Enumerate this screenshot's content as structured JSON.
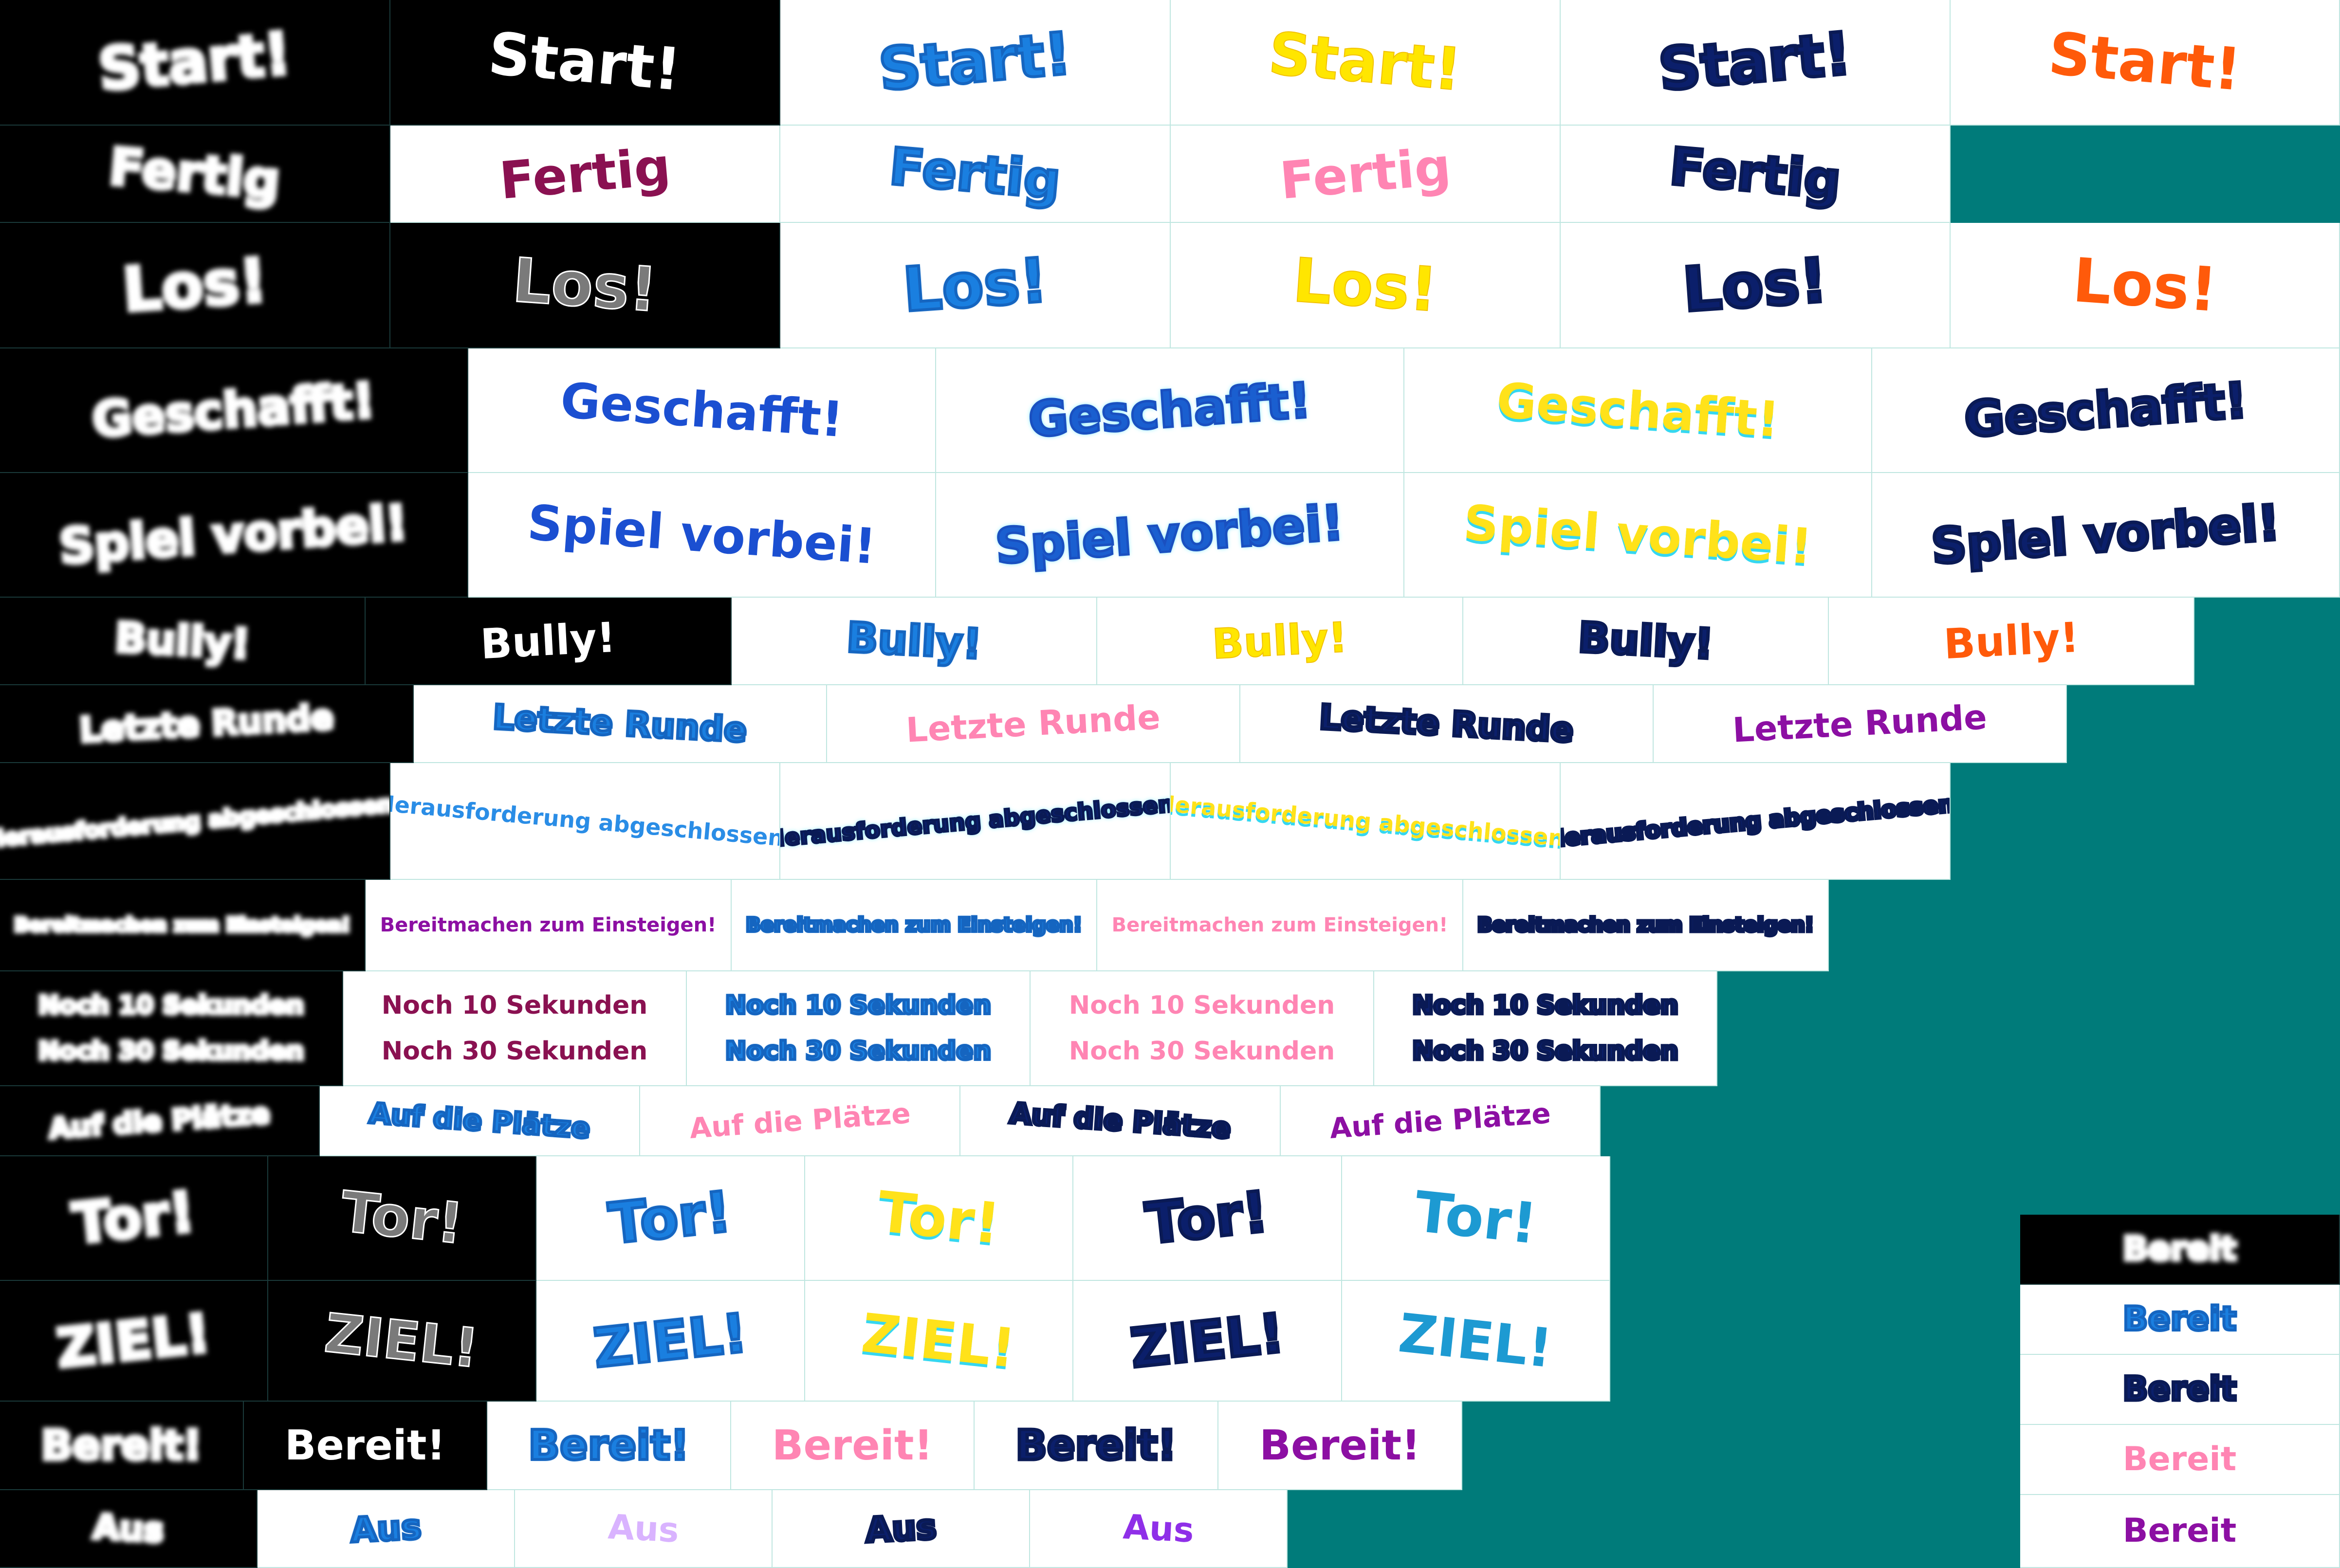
{
  "sheet": {
    "rows": [
      {
        "name": "start",
        "cells": [
          {
            "text": "Start!",
            "style": "s-glow"
          },
          {
            "text": "Start!",
            "style": "s-white"
          },
          {
            "text": "Start!",
            "style": "s-blue"
          },
          {
            "text": "Start!",
            "style": "s-yellow"
          },
          {
            "text": "Start!",
            "style": "s-navy"
          },
          {
            "text": "Start!",
            "style": "s-orange"
          }
        ]
      },
      {
        "name": "fertig",
        "cells": [
          {
            "text": "Fertig",
            "style": "s-glow"
          },
          {
            "text": "Fertig",
            "style": "s-magenta"
          },
          {
            "text": "Fertig",
            "style": "s-blue"
          },
          {
            "text": "Fertig",
            "style": "s-pink"
          },
          {
            "text": "Fertig",
            "style": "s-navy"
          }
        ]
      },
      {
        "name": "los",
        "cells": [
          {
            "text": "Los!",
            "style": "s-glow"
          },
          {
            "text": "Los!",
            "style": "s-gray"
          },
          {
            "text": "Los!",
            "style": "s-blue"
          },
          {
            "text": "Los!",
            "style": "s-yellow"
          },
          {
            "text": "Los!",
            "style": "s-navy"
          },
          {
            "text": "Los!",
            "style": "s-orange"
          }
        ]
      },
      {
        "name": "geschafft",
        "cells": [
          {
            "text": "Geschafft!",
            "style": "s-glow"
          },
          {
            "text": "Geschafft!",
            "style": "s-royal"
          },
          {
            "text": "Geschafft!",
            "style": "s-blueglow"
          },
          {
            "text": "Geschafft!",
            "style": "s-yellowcyan"
          },
          {
            "text": "Geschafft!",
            "style": "s-navy"
          }
        ]
      },
      {
        "name": "spiel-vorbei",
        "cells": [
          {
            "text": "Spiel vorbei!",
            "style": "s-glow"
          },
          {
            "text": "Spiel vorbei!",
            "style": "s-royal"
          },
          {
            "text": "Spiel vorbei!",
            "style": "s-blueglow"
          },
          {
            "text": "Spiel vorbei!",
            "style": "s-yellowcyan"
          },
          {
            "text": "Spiel vorbei!",
            "style": "s-navy"
          }
        ]
      },
      {
        "name": "bully",
        "cells": [
          {
            "text": "Bully!",
            "style": "s-glow"
          },
          {
            "text": "Bully!",
            "style": "s-white"
          },
          {
            "text": "Bully!",
            "style": "s-blue"
          },
          {
            "text": "Bully!",
            "style": "s-yellow"
          },
          {
            "text": "Bully!",
            "style": "s-navy"
          },
          {
            "text": "Bully!",
            "style": "s-orange"
          }
        ]
      },
      {
        "name": "letzte-runde",
        "cells": [
          {
            "text": "Letzte Runde",
            "style": "s-glow"
          },
          {
            "text": "Letzte Runde",
            "style": "s-blue"
          },
          {
            "text": "Letzte Runde",
            "style": "s-pink"
          },
          {
            "text": "Letzte Runde",
            "style": "s-navy"
          },
          {
            "text": "Letzte Runde",
            "style": "s-purple"
          }
        ]
      },
      {
        "name": "herausforderung",
        "cells": [
          {
            "text": "Herausforderung abgeschlossen!",
            "style": "s-glow"
          },
          {
            "text": "Herausforderung abgeschlossen!",
            "style": "s-lightblue"
          },
          {
            "text": "Herausforderung abgeschlossen!",
            "style": "s-navyglow"
          },
          {
            "text": "Herausforderung abgeschlossen!",
            "style": "s-yellowcyan"
          },
          {
            "text": "Herausforderung abgeschlossen!",
            "style": "s-navy"
          }
        ]
      },
      {
        "name": "bereitmachen",
        "cells": [
          {
            "text": "Bereitmachen zum Einsteigen!",
            "style": "s-glow"
          },
          {
            "text": "Bereitmachen zum Einsteigen!",
            "style": "s-purple"
          },
          {
            "text": "Bereitmachen zum Einsteigen!",
            "style": "s-blue"
          },
          {
            "text": "Bereitmachen zum Einsteigen!",
            "style": "s-pink"
          },
          {
            "text": "Bereitmachen zum Einsteigen!",
            "style": "s-navy"
          }
        ]
      },
      {
        "name": "noch-sekunden",
        "cells": [
          {
            "lines": [
              "Noch 10 Sekunden",
              "Noch 30 Sekunden"
            ],
            "style": "s-glow"
          },
          {
            "lines": [
              "Noch 10 Sekunden",
              "Noch 30 Sekunden"
            ],
            "style": "s-magenta"
          },
          {
            "lines": [
              "Noch 10 Sekunden",
              "Noch 30 Sekunden"
            ],
            "style": "s-blue"
          },
          {
            "lines": [
              "Noch 10 Sekunden",
              "Noch 30 Sekunden"
            ],
            "style": "s-pink"
          },
          {
            "lines": [
              "Noch 10 Sekunden",
              "Noch 30 Sekunden"
            ],
            "style": "s-navy"
          }
        ]
      },
      {
        "name": "auf-die-plaetze",
        "cells": [
          {
            "text": "Auf die Plätze",
            "style": "s-glow"
          },
          {
            "text": "Auf die Plätze",
            "style": "s-blue"
          },
          {
            "text": "Auf die Plätze",
            "style": "s-pink"
          },
          {
            "text": "Auf die Plätze",
            "style": "s-navy"
          },
          {
            "text": "Auf die Plätze",
            "style": "s-purple"
          }
        ]
      },
      {
        "name": "tor",
        "cells": [
          {
            "text": "Tor!",
            "style": "s-glow"
          },
          {
            "text": "Tor!",
            "style": "s-gray"
          },
          {
            "text": "Tor!",
            "style": "s-blue"
          },
          {
            "text": "Tor!",
            "style": "s-yellowcyan"
          },
          {
            "text": "Tor!",
            "style": "s-navy"
          },
          {
            "text": "Tor!",
            "style": "s-cyan"
          }
        ]
      },
      {
        "name": "ziel",
        "cells": [
          {
            "text": "ZIEL!",
            "style": "s-glow"
          },
          {
            "text": "ZIEL!",
            "style": "s-gray"
          },
          {
            "text": "ZIEL!",
            "style": "s-blue"
          },
          {
            "text": "ZIEL!",
            "style": "s-yellowcyan"
          },
          {
            "text": "ZIEL!",
            "style": "s-navy"
          },
          {
            "text": "ZIEL!",
            "style": "s-cyan"
          }
        ]
      },
      {
        "name": "bereit-bang",
        "cells": [
          {
            "text": "Bereit!",
            "style": "s-glow"
          },
          {
            "text": "Bereit!",
            "style": "s-white"
          },
          {
            "text": "Bereit!",
            "style": "s-blue"
          },
          {
            "text": "Bereit!",
            "style": "s-pink"
          },
          {
            "text": "Bereit!",
            "style": "s-navy"
          },
          {
            "text": "Bereit!",
            "style": "s-purple"
          }
        ]
      },
      {
        "name": "aus",
        "cells": [
          {
            "text": "Aus",
            "style": "s-glow"
          },
          {
            "text": "Aus",
            "style": "s-blue"
          },
          {
            "text": "Aus",
            "style": "s-lilac"
          },
          {
            "text": "Aus",
            "style": "s-navy"
          },
          {
            "text": "Aus",
            "style": "s-violet"
          }
        ]
      }
    ],
    "side_column": [
      {
        "text": "Bereit",
        "style": "s-glow"
      },
      {
        "text": "Bereit",
        "style": "s-blue"
      },
      {
        "text": "Bereit",
        "style": "s-navy"
      },
      {
        "text": "Bereit",
        "style": "s-pink"
      },
      {
        "text": "Bereit",
        "style": "s-purple"
      }
    ]
  }
}
